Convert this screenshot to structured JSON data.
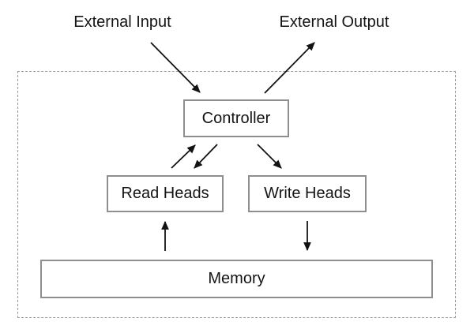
{
  "diagram": {
    "type": "architecture-block-diagram",
    "external_labels": {
      "input": "External Input",
      "output": "External Output"
    },
    "nodes": {
      "controller": {
        "label": "Controller"
      },
      "read_heads": {
        "label": "Read Heads"
      },
      "write_heads": {
        "label": "Write Heads"
      },
      "memory": {
        "label": "Memory"
      }
    },
    "edges": [
      {
        "from": "External Input",
        "to": "Controller"
      },
      {
        "from": "Controller",
        "to": "External Output"
      },
      {
        "from": "Read Heads",
        "to": "Controller"
      },
      {
        "from": "Controller",
        "to": "Read Heads"
      },
      {
        "from": "Controller",
        "to": "Write Heads"
      },
      {
        "from": "Memory",
        "to": "Read Heads"
      },
      {
        "from": "Write Heads",
        "to": "Memory"
      }
    ],
    "colors": {
      "background": "#ffffff",
      "box_border": "#8d8d92",
      "dashed_border": "#9b9b9b",
      "arrow": "#121212",
      "text": "#141414"
    }
  }
}
